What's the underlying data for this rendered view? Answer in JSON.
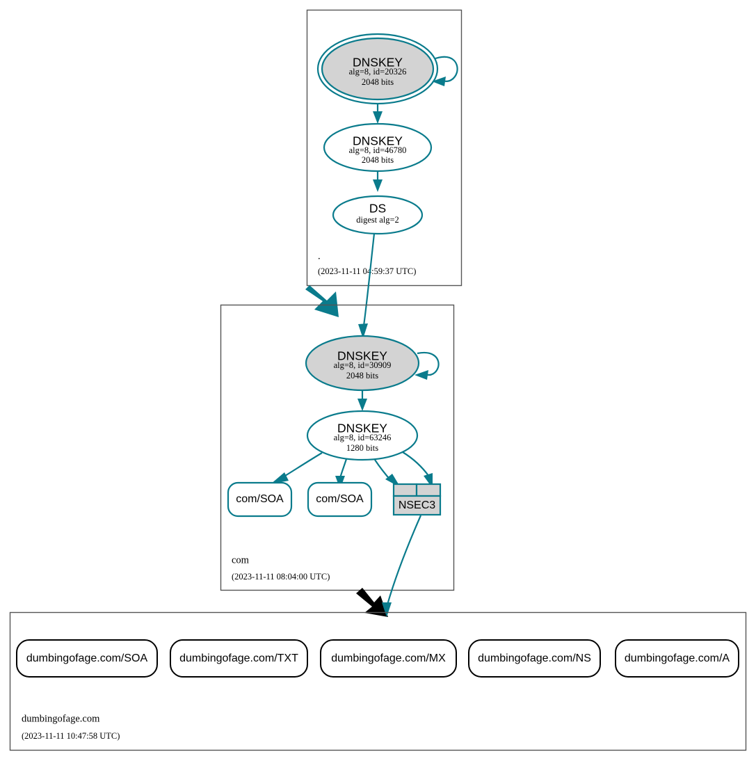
{
  "diagram": {
    "kind": "dnssec-authentication-chain",
    "colors": {
      "secure": "#0a7b8c",
      "insecure": "#000000",
      "key_fill": "#d3d3d3",
      "cluster_border": "#555555",
      "background": "#ffffff"
    }
  },
  "zones": [
    {
      "id": "root",
      "name": ".",
      "timestamp": "(2023-11-11 04:59:37 UTC)",
      "nodes": [
        {
          "id": "root-ksk",
          "type": "DNSKEY",
          "title": "DNSKEY",
          "line2": "alg=8, id=20326",
          "line3": "2048 bits",
          "role": "key-signing-key",
          "trust_anchor": true,
          "fill": "#d3d3d3"
        },
        {
          "id": "root-zsk",
          "type": "DNSKEY",
          "title": "DNSKEY",
          "line2": "alg=8, id=46780",
          "line3": "2048 bits",
          "role": "zone-signing-key",
          "trust_anchor": false,
          "fill": "#ffffff"
        },
        {
          "id": "root-ds",
          "type": "DS",
          "title": "DS",
          "line2": "digest alg=2",
          "line3": "",
          "role": "delegation-signer",
          "trust_anchor": false,
          "fill": "#ffffff"
        }
      ]
    },
    {
      "id": "com",
      "name": "com",
      "timestamp": "(2023-11-11 08:04:00 UTC)",
      "nodes": [
        {
          "id": "com-ksk",
          "type": "DNSKEY",
          "title": "DNSKEY",
          "line2": "alg=8, id=30909",
          "line3": "2048 bits",
          "role": "key-signing-key",
          "trust_anchor": false,
          "fill": "#d3d3d3"
        },
        {
          "id": "com-zsk",
          "type": "DNSKEY",
          "title": "DNSKEY",
          "line2": "alg=8, id=63246",
          "line3": "1280 bits",
          "role": "zone-signing-key",
          "trust_anchor": false,
          "fill": "#ffffff"
        },
        {
          "id": "com-soa-1",
          "type": "RRset",
          "title": "com/SOA",
          "secure": true
        },
        {
          "id": "com-soa-2",
          "type": "RRset",
          "title": "com/SOA",
          "secure": true
        },
        {
          "id": "com-nsec3",
          "type": "NSEC3",
          "title": "NSEC3",
          "secure": true
        }
      ]
    },
    {
      "id": "dumbingofage",
      "name": "dumbingofage.com",
      "timestamp": "(2023-11-11 10:47:58 UTC)",
      "nodes": [
        {
          "id": "doa-soa",
          "type": "RRset",
          "title": "dumbingofage.com/SOA",
          "secure": false
        },
        {
          "id": "doa-txt",
          "type": "RRset",
          "title": "dumbingofage.com/TXT",
          "secure": false
        },
        {
          "id": "doa-mx",
          "type": "RRset",
          "title": "dumbingofage.com/MX",
          "secure": false
        },
        {
          "id": "doa-ns",
          "type": "RRset",
          "title": "dumbingofage.com/NS",
          "secure": false
        },
        {
          "id": "doa-a",
          "type": "RRset",
          "title": "dumbingofage.com/A",
          "secure": false
        }
      ]
    }
  ]
}
